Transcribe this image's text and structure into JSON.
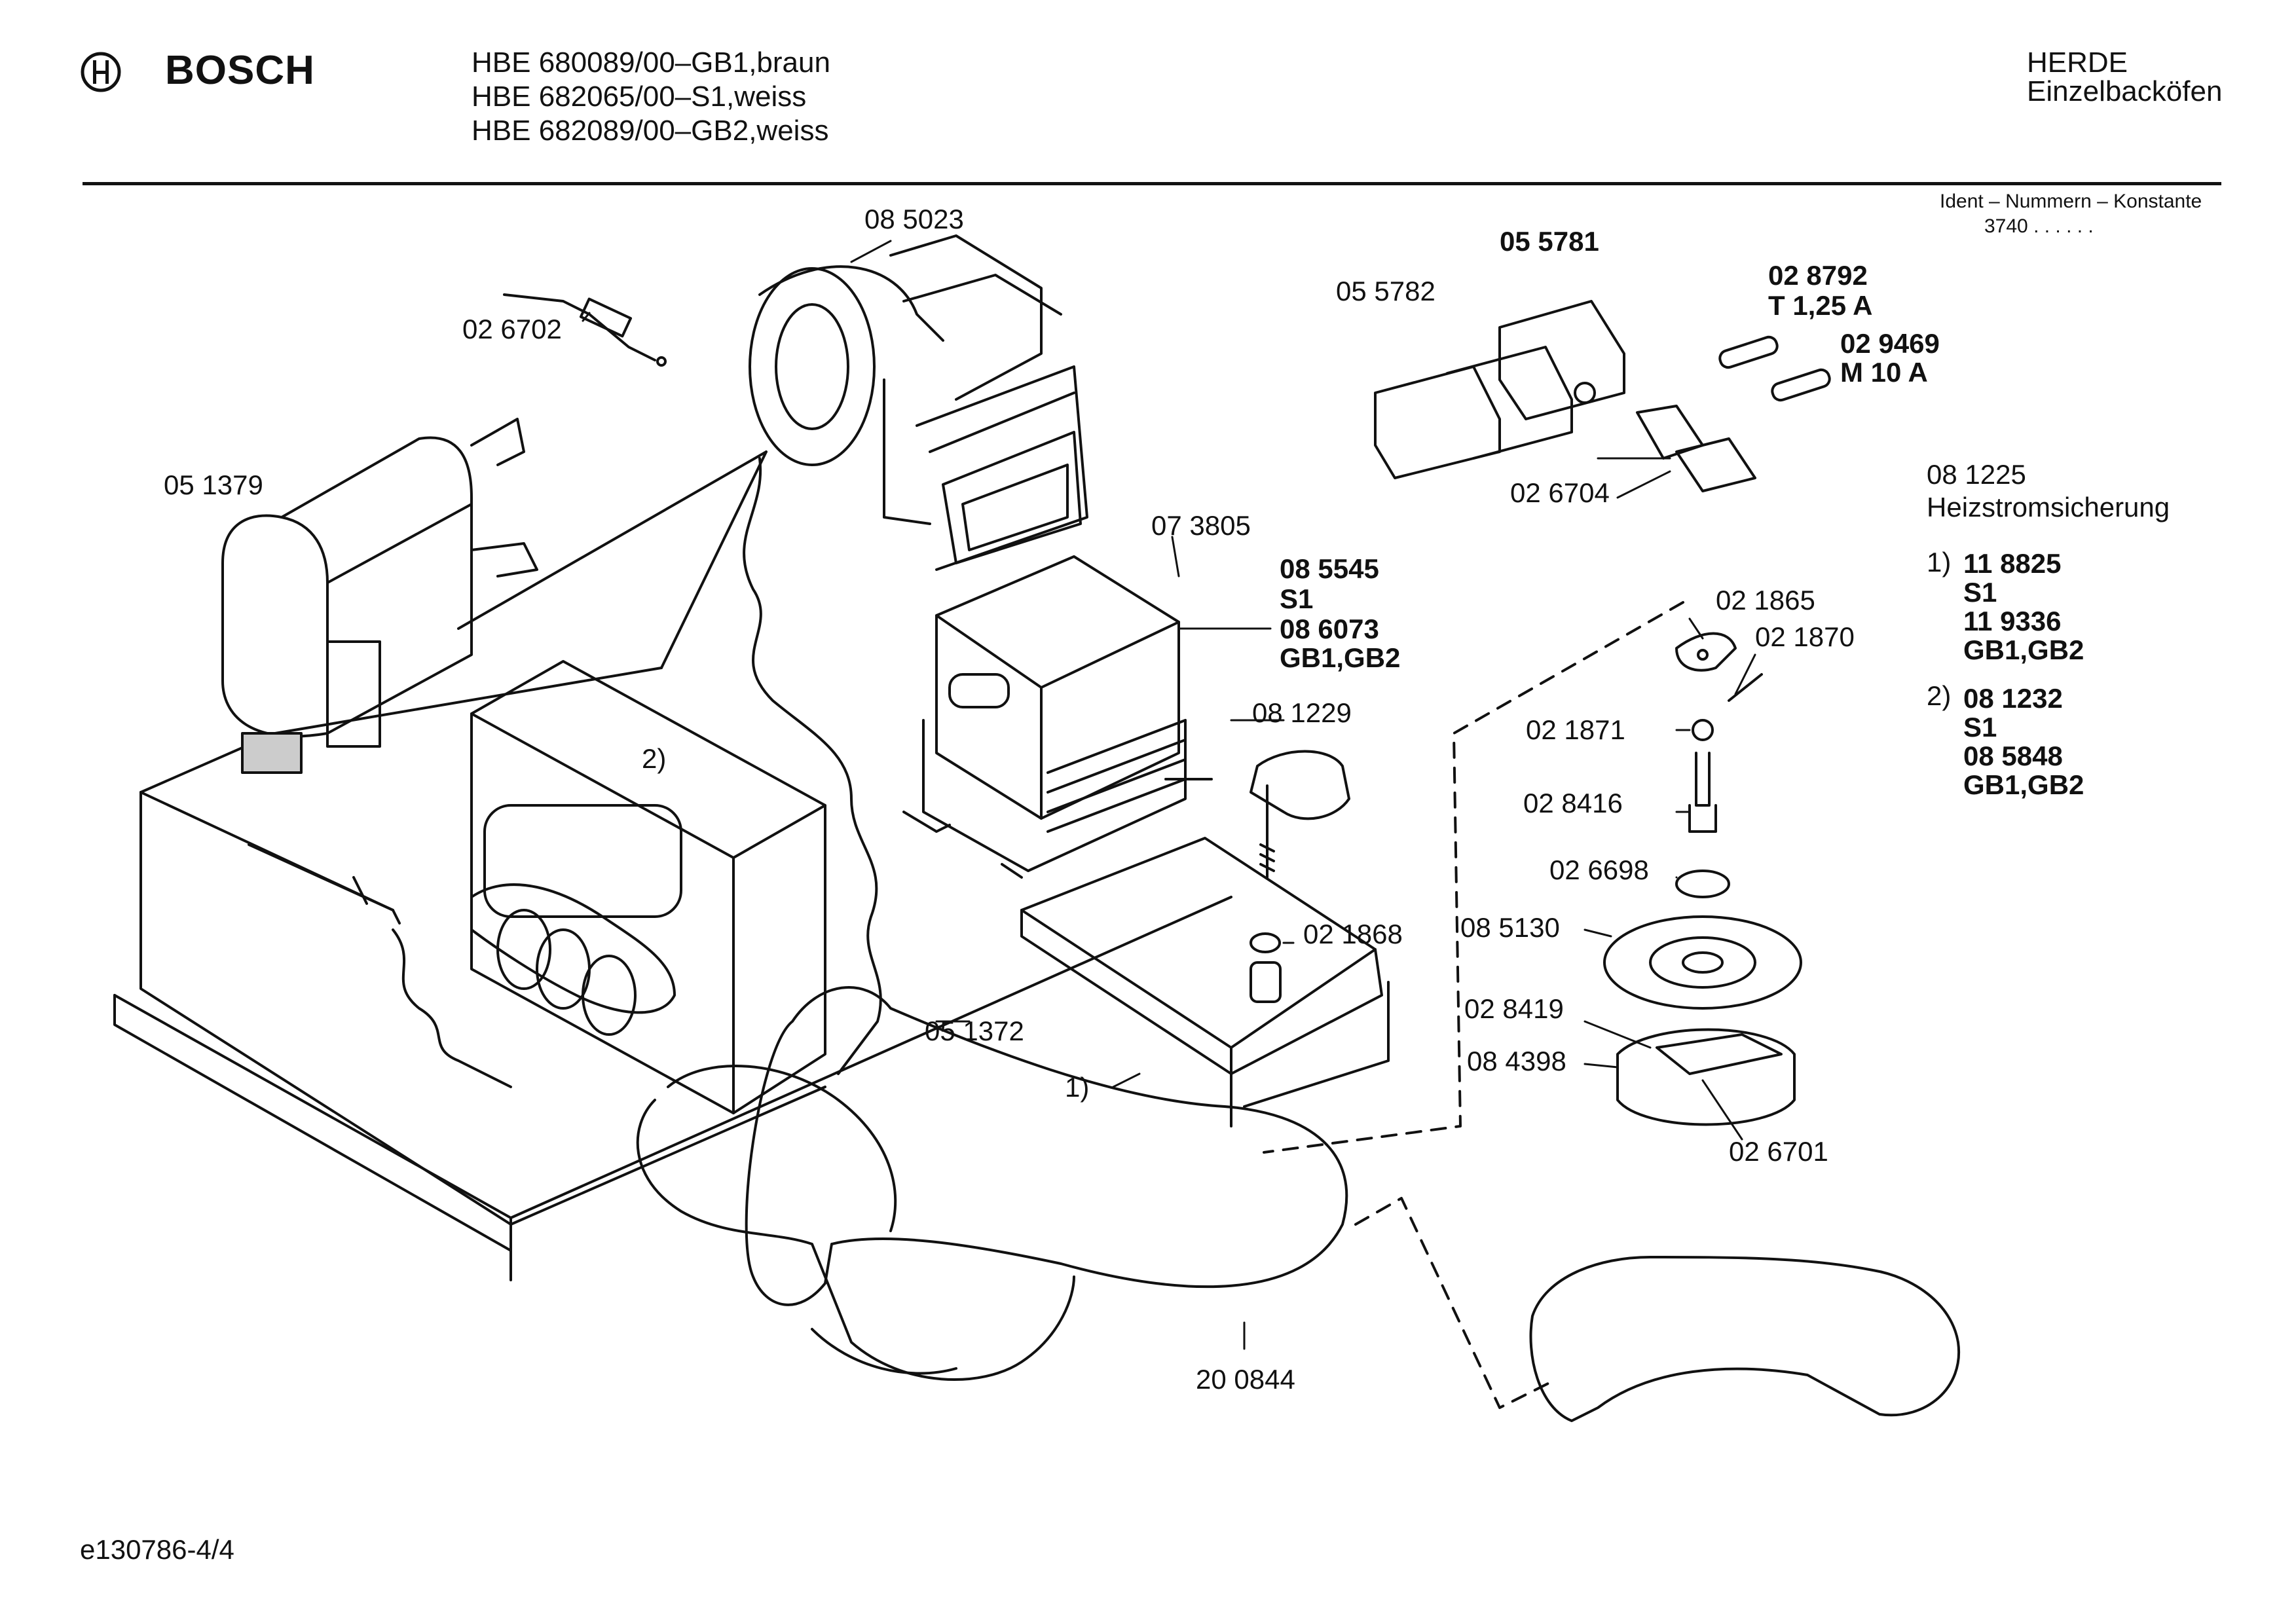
{
  "header": {
    "brand": "BOSCH",
    "models": [
      "HBE 680089/00–GB1,braun",
      "HBE 682065/00–S1,weiss",
      "HBE 682089/00–GB2,weiss"
    ],
    "category_line1": "HERDE",
    "category_line2": "Einzelbacköfen",
    "ident_label": "Ident – Nummern – Konstante",
    "ident_value": "3740  .  .  .  .  .  ."
  },
  "part_labels": [
    {
      "id": "p_085023",
      "text": "08 5023",
      "bold": false
    },
    {
      "id": "p_026702",
      "text": "02 6702",
      "bold": false
    },
    {
      "id": "p_051379",
      "text": "05 1379",
      "bold": false
    },
    {
      "id": "p_055781",
      "text": "05 5781",
      "bold": true
    },
    {
      "id": "p_055782",
      "text": "05 5782",
      "bold": false
    },
    {
      "id": "p_028792",
      "text": "02 8792",
      "bold": true
    },
    {
      "id": "p_t125a",
      "text": "T 1,25 A",
      "bold": true
    },
    {
      "id": "p_029469",
      "text": "02 9469",
      "bold": true
    },
    {
      "id": "p_m10a",
      "text": "M 10 A",
      "bold": true
    },
    {
      "id": "p_026704",
      "text": "02 6704",
      "bold": false
    },
    {
      "id": "p_073805",
      "text": "07 3805",
      "bold": false
    },
    {
      "id": "p_085545",
      "text": "08 5545",
      "bold": true
    },
    {
      "id": "p_s1a",
      "text": "S1",
      "bold": true
    },
    {
      "id": "p_086073",
      "text": "08 6073",
      "bold": true
    },
    {
      "id": "p_gb1gb2a",
      "text": "GB1,GB2",
      "bold": true
    },
    {
      "id": "p_081229",
      "text": "08 1229",
      "bold": false
    },
    {
      "id": "p_2",
      "text": "2)",
      "bold": false
    },
    {
      "id": "p_021868",
      "text": "02 1868",
      "bold": false
    },
    {
      "id": "p_051372",
      "text": "05 1372",
      "bold": false
    },
    {
      "id": "p_1",
      "text": "1)",
      "bold": false
    },
    {
      "id": "p_021865",
      "text": "02 1865",
      "bold": false
    },
    {
      "id": "p_021870",
      "text": "02 1870",
      "bold": false
    },
    {
      "id": "p_021871",
      "text": "02 1871",
      "bold": false
    },
    {
      "id": "p_028416",
      "text": "02 8416",
      "bold": false
    },
    {
      "id": "p_026698",
      "text": "02 6698",
      "bold": false
    },
    {
      "id": "p_085130",
      "text": "08 5130",
      "bold": false
    },
    {
      "id": "p_028419",
      "text": "02 8419",
      "bold": false
    },
    {
      "id": "p_084398",
      "text": "08 4398",
      "bold": false
    },
    {
      "id": "p_026701",
      "text": "02 6701",
      "bold": false
    },
    {
      "id": "p_200844",
      "text": "20 0844",
      "bold": false
    }
  ],
  "legend": {
    "title_code": "08 1225",
    "title_text": "Heizstromsicherung",
    "item1_marker": "1)",
    "item1_lines": [
      "11 8825",
      "S1",
      "11 9336",
      "GB1,GB2"
    ],
    "item2_marker": "2)",
    "item2_lines": [
      "08 1232",
      "S1",
      "08 5848",
      "GB1,GB2"
    ]
  },
  "footer": {
    "doc_id": "e130786-4/4"
  }
}
